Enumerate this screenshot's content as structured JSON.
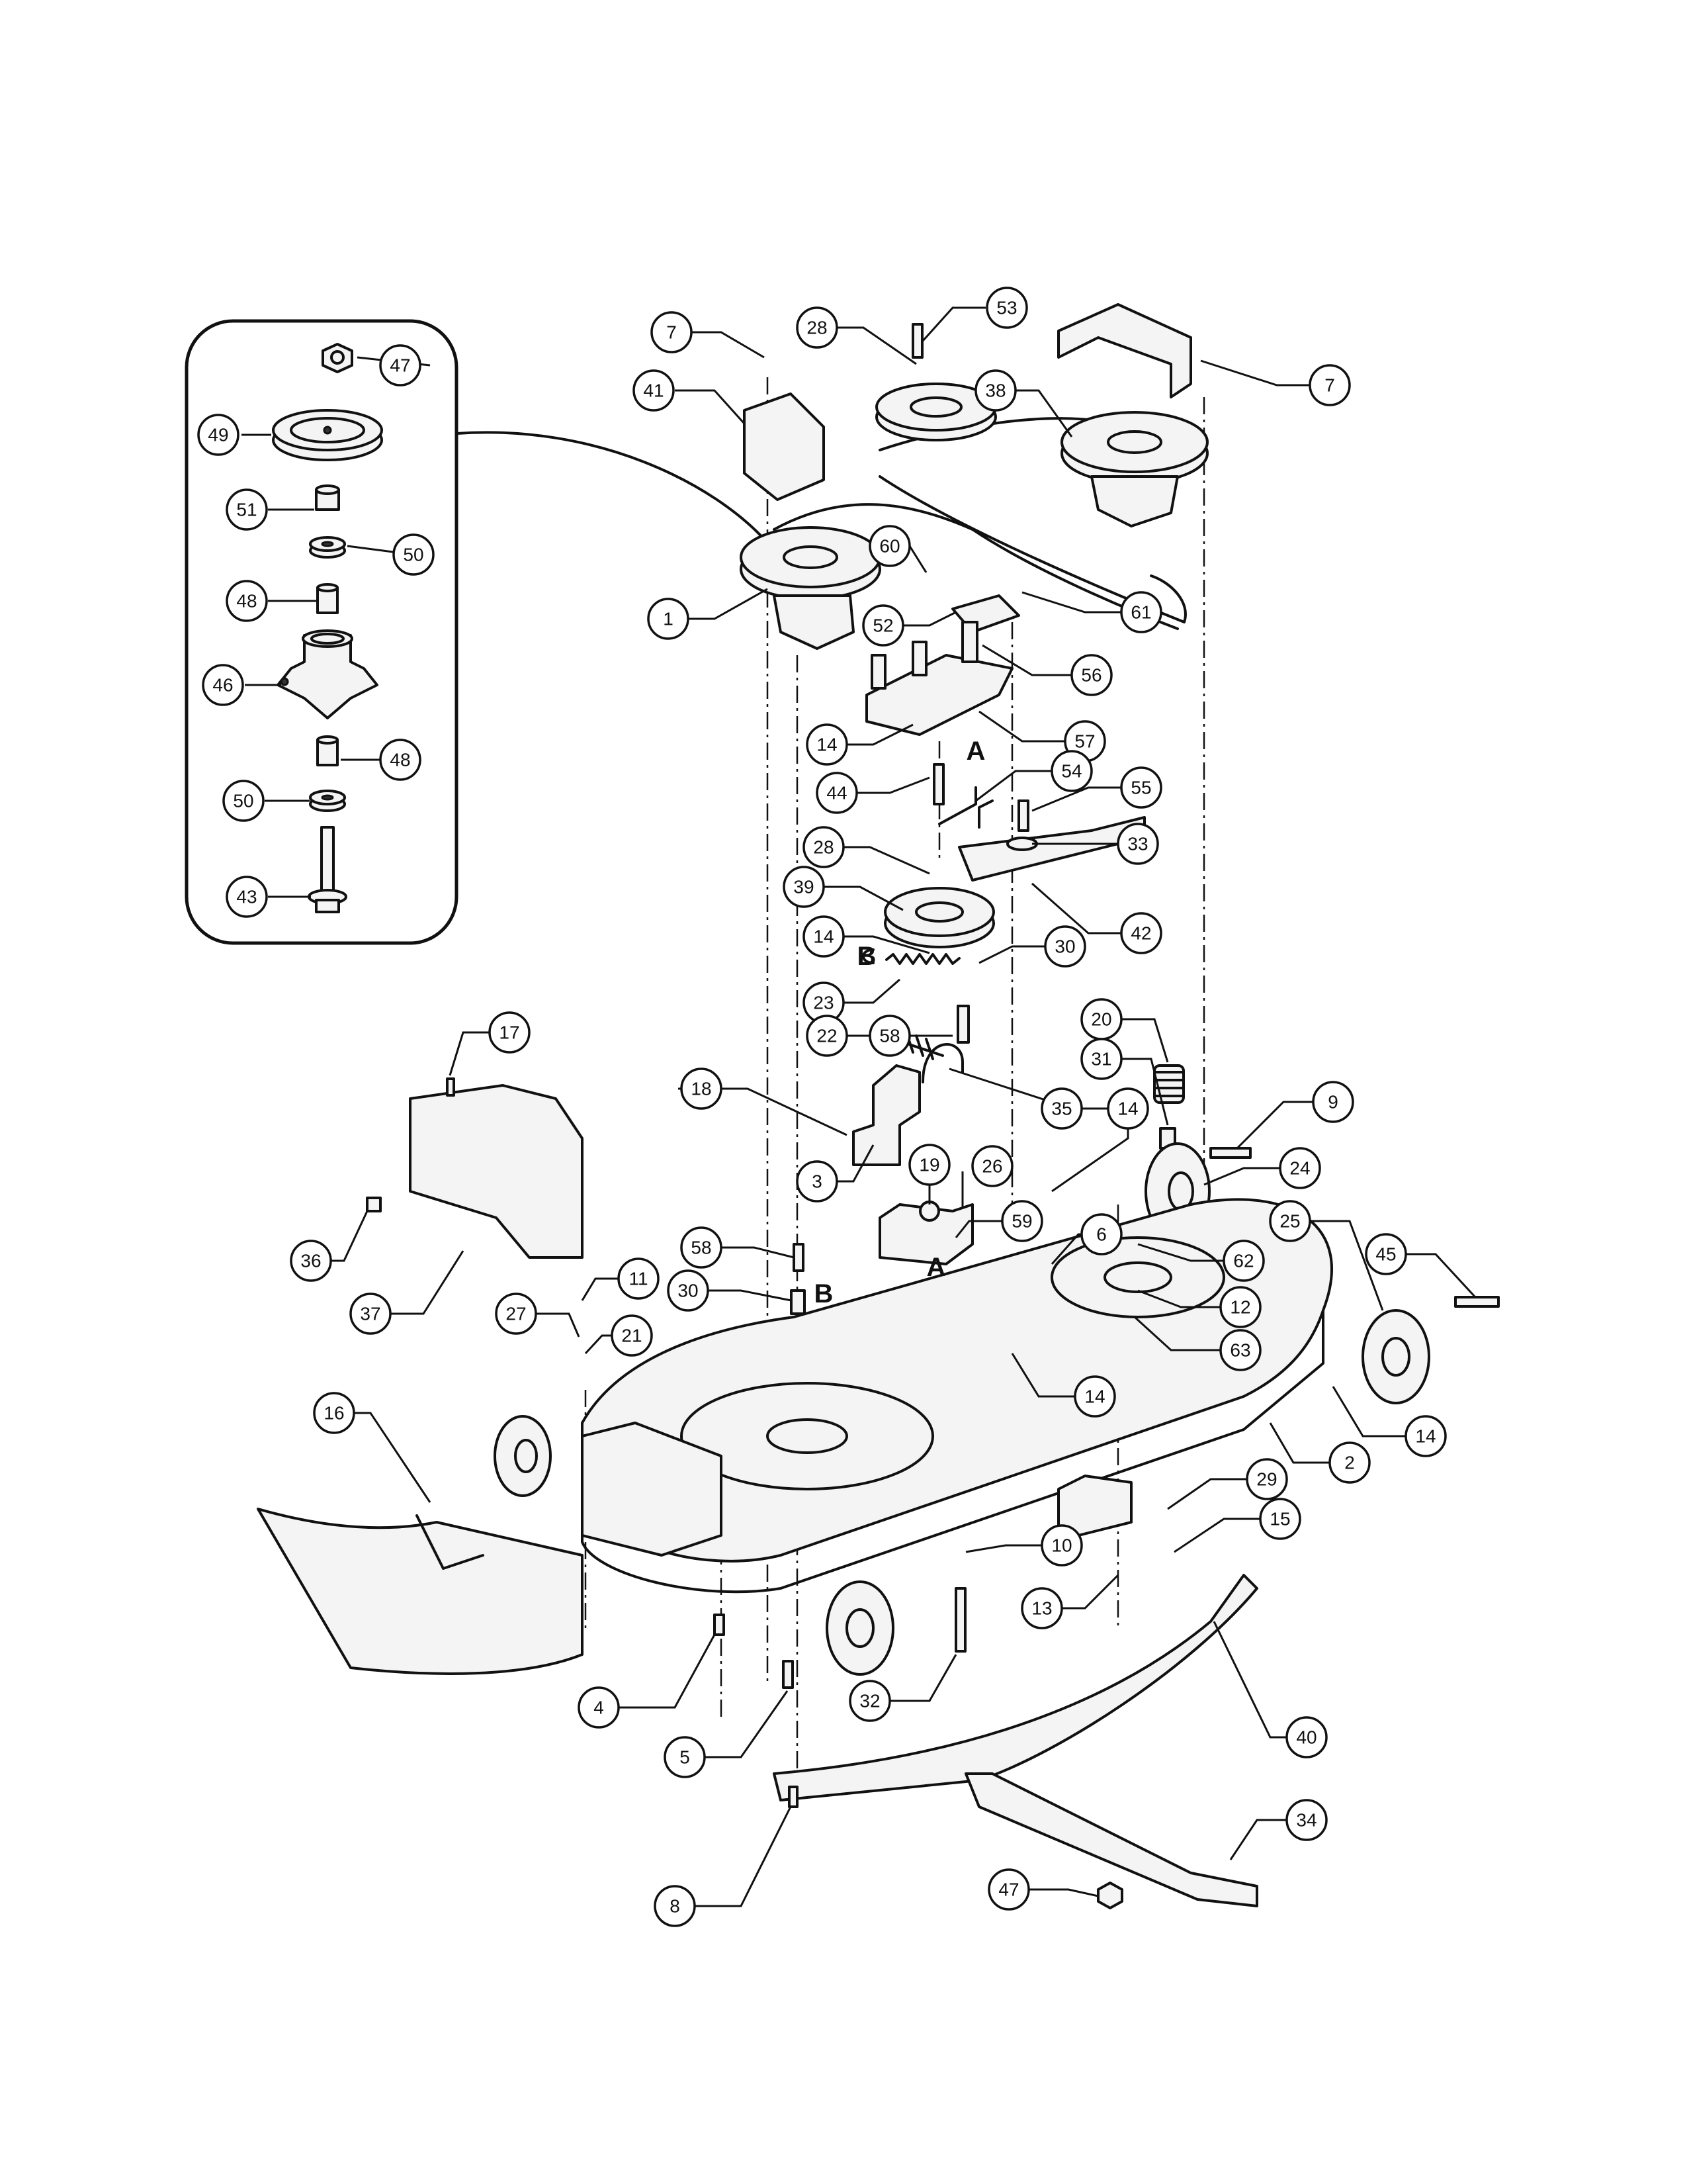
{
  "diagram": {
    "callouts": [
      {
        "id": "c47a",
        "label": "47"
      },
      {
        "id": "c49",
        "label": "49"
      },
      {
        "id": "c51",
        "label": "51"
      },
      {
        "id": "c50a",
        "label": "50"
      },
      {
        "id": "c48a",
        "label": "48"
      },
      {
        "id": "c46",
        "label": "46"
      },
      {
        "id": "c48b",
        "label": "48"
      },
      {
        "id": "c50b",
        "label": "50"
      },
      {
        "id": "c43",
        "label": "43"
      },
      {
        "id": "c7a",
        "label": "7"
      },
      {
        "id": "c41",
        "label": "41"
      },
      {
        "id": "c28a",
        "label": "28"
      },
      {
        "id": "c53",
        "label": "53"
      },
      {
        "id": "c7b",
        "label": "7"
      },
      {
        "id": "c38",
        "label": "38"
      },
      {
        "id": "c60",
        "label": "60"
      },
      {
        "id": "c1",
        "label": "1"
      },
      {
        "id": "c61",
        "label": "61"
      },
      {
        "id": "c52",
        "label": "52"
      },
      {
        "id": "c56",
        "label": "56"
      },
      {
        "id": "c57",
        "label": "57"
      },
      {
        "id": "c14a",
        "label": "14"
      },
      {
        "id": "c44",
        "label": "44"
      },
      {
        "id": "c54",
        "label": "54"
      },
      {
        "id": "c55",
        "label": "55"
      },
      {
        "id": "c28b",
        "label": "28"
      },
      {
        "id": "c33",
        "label": "33"
      },
      {
        "id": "c39",
        "label": "39"
      },
      {
        "id": "c42",
        "label": "42"
      },
      {
        "id": "c14b",
        "label": "14"
      },
      {
        "id": "c30a",
        "label": "30"
      },
      {
        "id": "c23",
        "label": "23"
      },
      {
        "id": "c20",
        "label": "20"
      },
      {
        "id": "c22",
        "label": "22"
      },
      {
        "id": "c58a",
        "label": "58"
      },
      {
        "id": "c31",
        "label": "31"
      },
      {
        "id": "c17",
        "label": "17"
      },
      {
        "id": "c18",
        "label": "18"
      },
      {
        "id": "c35",
        "label": "35"
      },
      {
        "id": "c14c",
        "label": "14"
      },
      {
        "id": "c9",
        "label": "9"
      },
      {
        "id": "c19",
        "label": "19"
      },
      {
        "id": "c26",
        "label": "26"
      },
      {
        "id": "c3",
        "label": "3"
      },
      {
        "id": "c24",
        "label": "24"
      },
      {
        "id": "c59",
        "label": "59"
      },
      {
        "id": "c6",
        "label": "6"
      },
      {
        "id": "c36",
        "label": "36"
      },
      {
        "id": "c25",
        "label": "25"
      },
      {
        "id": "c58b",
        "label": "58"
      },
      {
        "id": "c62",
        "label": "62"
      },
      {
        "id": "c45",
        "label": "45"
      },
      {
        "id": "c37",
        "label": "37"
      },
      {
        "id": "c30b",
        "label": "30"
      },
      {
        "id": "c11",
        "label": "11"
      },
      {
        "id": "c12",
        "label": "12"
      },
      {
        "id": "c27",
        "label": "27"
      },
      {
        "id": "c21",
        "label": "21"
      },
      {
        "id": "c63",
        "label": "63"
      },
      {
        "id": "c14d",
        "label": "14"
      },
      {
        "id": "c14e",
        "label": "14"
      },
      {
        "id": "c16",
        "label": "16"
      },
      {
        "id": "c2",
        "label": "2"
      },
      {
        "id": "c29",
        "label": "29"
      },
      {
        "id": "c15",
        "label": "15"
      },
      {
        "id": "c10",
        "label": "10"
      },
      {
        "id": "c13",
        "label": "13"
      },
      {
        "id": "c40",
        "label": "40"
      },
      {
        "id": "c4",
        "label": "4"
      },
      {
        "id": "c32",
        "label": "32"
      },
      {
        "id": "c5",
        "label": "5"
      },
      {
        "id": "c34",
        "label": "34"
      },
      {
        "id": "c47b",
        "label": "47"
      },
      {
        "id": "c8",
        "label": "8"
      }
    ],
    "reference_letters": [
      {
        "id": "rA1",
        "label": "A"
      },
      {
        "id": "rB1",
        "label": "B"
      },
      {
        "id": "rA2",
        "label": "A"
      },
      {
        "id": "rB2",
        "label": "B"
      }
    ]
  }
}
